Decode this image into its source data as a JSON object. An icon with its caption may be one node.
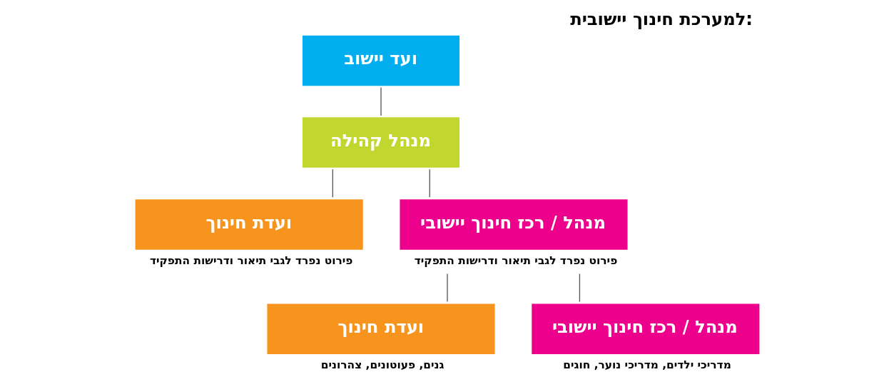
{
  "diagram": {
    "title": "למערכת חינוך יישובית:",
    "nodes": [
      {
        "text": [
          "ועד יישוב"
        ]
      },
      {
        "text": [
          "מנהל קהילה"
        ]
      },
      {
        "text": [
          "מנהל / רכז חינוך יישובי"
        ],
        "beside": [
          "פירוט נפרד לגבי תיאור ודרישות התפקיד"
        ]
      },
      {
        "text": [
          "ועדת חינוך"
        ],
        "beside": [
          "פירוט נפרד לגבי תיאור ודרישות התפקיד"
        ]
      },
      {
        "text": [
          "מנהל / רכז חינוך יישובי"
        ],
        "beside": [
          "מדריכי ילדים, מדריכי נוער, חוגים"
        ]
      },
      {
        "text": [
          "ועדת חינוך"
        ],
        "beside": [
          "גנים, פעוטונים, צהרונים"
        ]
      }
    ],
    "edges": [
      {
        "from": 0,
        "to": 1,
        "arrow": "none"
      },
      {
        "from": 1,
        "to": 2,
        "arrow": "none"
      },
      {
        "from": 1,
        "to": 3,
        "arrow": "none"
      },
      {
        "from": 2,
        "to": 4,
        "arrow": "none"
      },
      {
        "from": 2,
        "to": 5,
        "arrow": "none"
      }
    ]
  }
}
